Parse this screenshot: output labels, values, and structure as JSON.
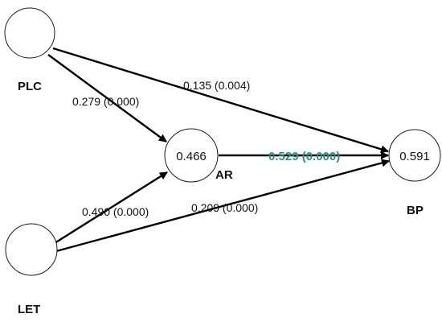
{
  "colors": {
    "edge": "#000000",
    "node_stroke": "#1a1a1a",
    "highlight": "#2a8f8a"
  },
  "nodes": {
    "plc": {
      "label": "PLC",
      "value": ""
    },
    "let": {
      "label": "LET",
      "value": ""
    },
    "ar": {
      "label": "AR",
      "value": "0.466"
    },
    "bp": {
      "label": "BP",
      "value": "0.591"
    }
  },
  "edges": {
    "plc_ar": {
      "from": "PLC",
      "to": "AR",
      "label": "0.279 (0.000)",
      "coefficient": 0.279,
      "p_value": 0.0
    },
    "plc_bp": {
      "from": "PLC",
      "to": "BP",
      "label": "0.135 (0.004)",
      "coefficient": 0.135,
      "p_value": 0.004
    },
    "let_ar": {
      "from": "LET",
      "to": "AR",
      "label": "0.490 (0.000)",
      "coefficient": 0.49,
      "p_value": 0.0
    },
    "let_bp": {
      "from": "LET",
      "to": "BP",
      "label": "0.209 (0.000)",
      "coefficient": 0.209,
      "p_value": 0.0
    },
    "ar_bp": {
      "from": "AR",
      "to": "BP",
      "label": "0.529 (0.000)",
      "coefficient": 0.529,
      "p_value": 0.0,
      "highlighted": true
    }
  }
}
